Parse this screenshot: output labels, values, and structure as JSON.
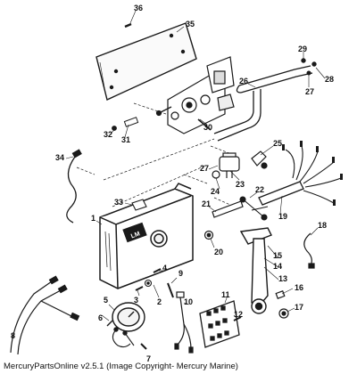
{
  "diagram": {
    "callouts": [
      "1",
      "2",
      "3",
      "4",
      "5",
      "6",
      "7",
      "8",
      "9",
      "10",
      "11",
      "12",
      "13",
      "14",
      "15",
      "16",
      "17",
      "18",
      "19",
      "20",
      "21",
      "22",
      "23",
      "24",
      "25",
      "26",
      "27",
      "27",
      "28",
      "29",
      "30",
      "31",
      "32",
      "33",
      "34",
      "35",
      "36"
    ],
    "brand_mark": "LM",
    "colors": {
      "ink": "#1a1a1a",
      "paper": "#ffffff",
      "hatch": "#555555"
    }
  },
  "footer": {
    "caption": "MercuryPartsOnline v2.5.1 (Image Copyright- Mercury Marine)"
  }
}
